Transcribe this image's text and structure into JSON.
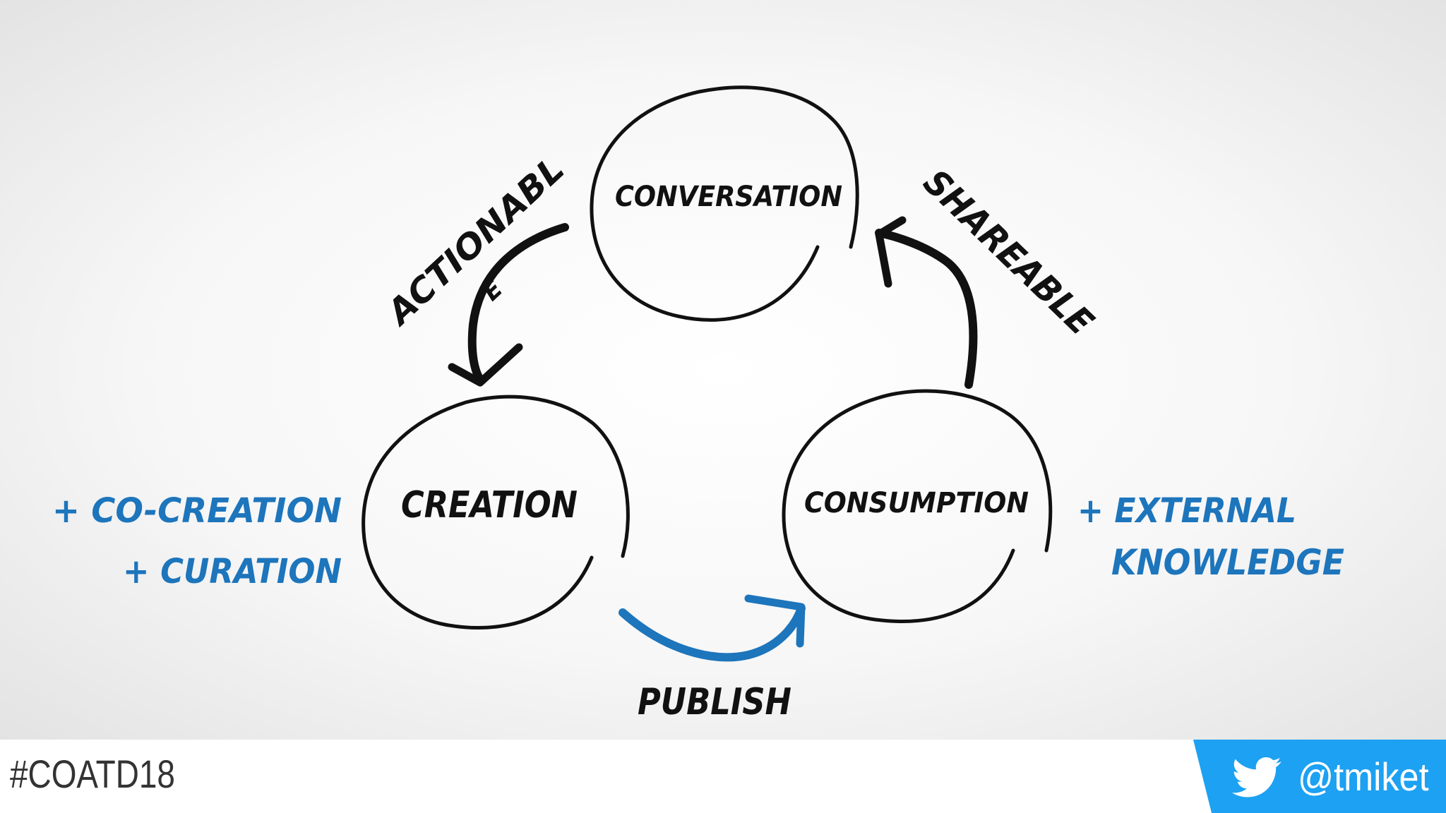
{
  "diagram": {
    "nodes": {
      "conversation": "CONVERSATION",
      "creation": "CREATION",
      "consumption": "CONSUMPTION"
    },
    "edges": {
      "actionable": "ACTIONABL",
      "actionable_e": "E",
      "shareable": "SHAREABLE",
      "publish": "PUBLISH"
    },
    "notes": {
      "co_creation": "+ CO-CREATION",
      "curation": "+ CURATION",
      "external": "+ EXTERNAL",
      "knowledge": "KNOWLEDGE"
    }
  },
  "footer": {
    "hashtag": "#COATD18",
    "twitter_handle": "@tmiket"
  },
  "colors": {
    "ink": "#111111",
    "accent_blue": "#1d75bc",
    "twitter_blue": "#1da1f2"
  },
  "icons": [
    "twitter-bird-icon"
  ]
}
